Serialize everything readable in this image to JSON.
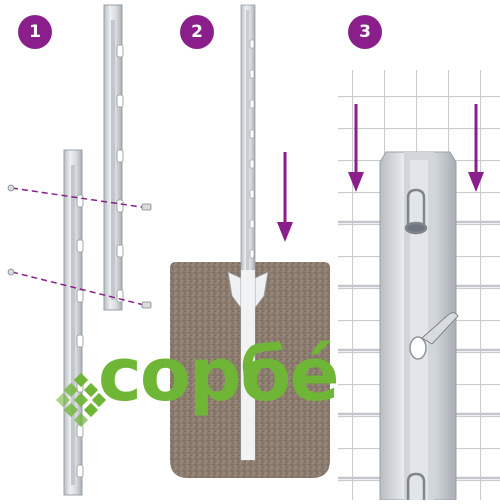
{
  "steps": [
    {
      "number": "1"
    },
    {
      "number": "2"
    },
    {
      "number": "3"
    }
  ],
  "logo": {
    "text": "сорбé"
  },
  "colors": {
    "accent": "#8a1f8c",
    "logo_green": "#6fb536",
    "post_metal": "#d4d8dc",
    "soil": "#8b7b6e",
    "mesh_wire": "#c9ccd0"
  },
  "icons": [
    "down-arrow-icon",
    "bolt-icon",
    "hook-clip-icon"
  ]
}
